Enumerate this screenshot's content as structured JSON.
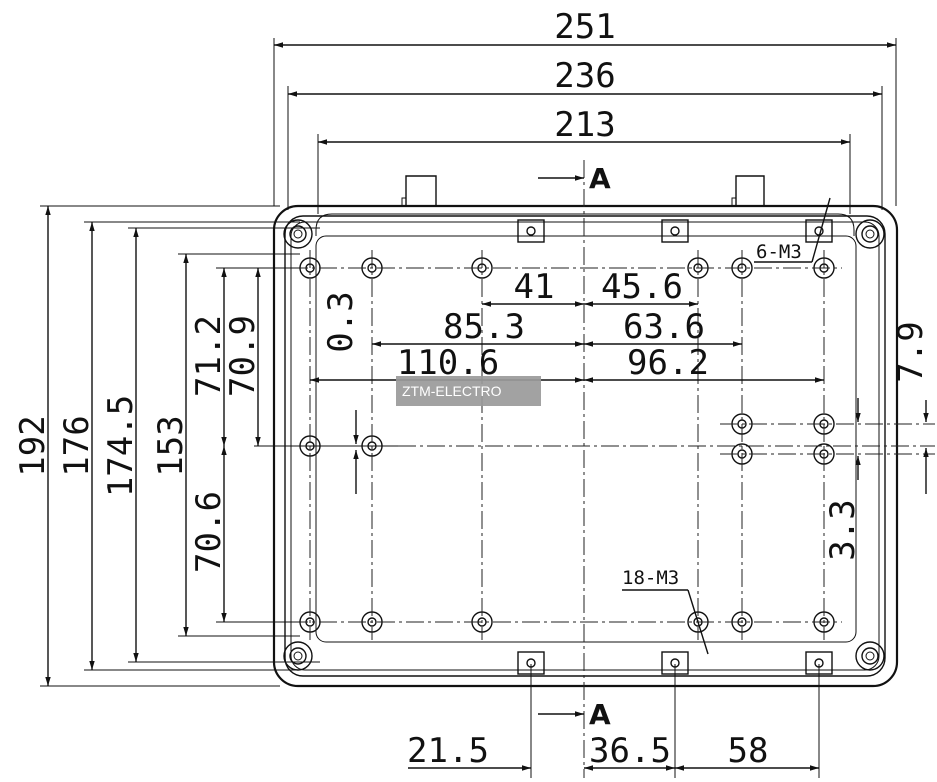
{
  "dimensions": {
    "overall_width": "251",
    "outer_width": "236",
    "inner_width": "213",
    "overall_height": "192",
    "outer_height": "176",
    "inner_height": "174.5",
    "hole_height": "153",
    "upper_half_a": "71.2",
    "upper_half_b": "70.9",
    "lower_half": "70.6",
    "offset_small": "0.3",
    "right_small": "7.9",
    "right_offset": "3.3",
    "h_41": "41",
    "h_45_6": "45.6",
    "h_85_3": "85.3",
    "h_63_6": "63.6",
    "h_110_6": "110.6",
    "h_96_2": "96.2",
    "bottom_21_5": "21.5",
    "bottom_36_5": "36.5",
    "bottom_58": "58"
  },
  "callouts": {
    "top_threads": "6-M3",
    "bottom_threads": "18-M3"
  },
  "section": {
    "top_label": "A",
    "bottom_label": "A"
  },
  "watermark": {
    "text": "ZTM-ELECTRO"
  }
}
